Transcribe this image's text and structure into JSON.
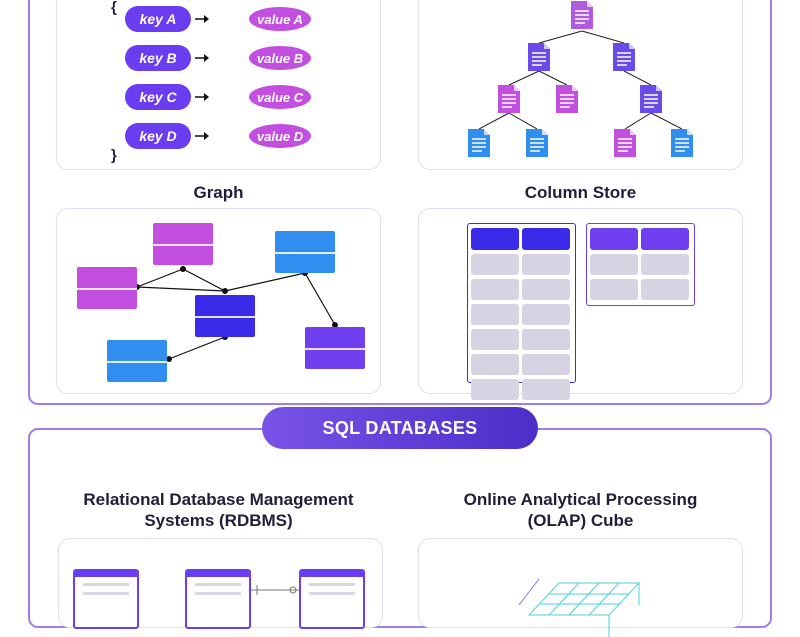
{
  "key_value": {
    "open_brace": "{",
    "close_brace": "}",
    "pairs": [
      {
        "key": "key A",
        "value": "value A"
      },
      {
        "key": "key B",
        "value": "value B"
      },
      {
        "key": "key C",
        "value": "value C"
      },
      {
        "key": "key D",
        "value": "value D"
      }
    ]
  },
  "sections": {
    "graph": "Graph",
    "column_store": "Column Store"
  },
  "sql": {
    "banner": "SQL DATABASES",
    "rdbms_title": "Relational Database Management\nSystems (RDBMS)",
    "rdbms_line1": "Relational Database Management",
    "rdbms_line2": "Systems (RDBMS)",
    "olap_line1": "Online Analytical Processing",
    "olap_line2": "(OLAP) Cube"
  },
  "colors": {
    "primary_purple": "#6a3df0",
    "magenta": "#c24fe0",
    "blue": "#2f8ef0",
    "frame": "#9a7ff0"
  },
  "icons": {
    "document": "document-icon",
    "arrow": "arrow-right-icon"
  }
}
